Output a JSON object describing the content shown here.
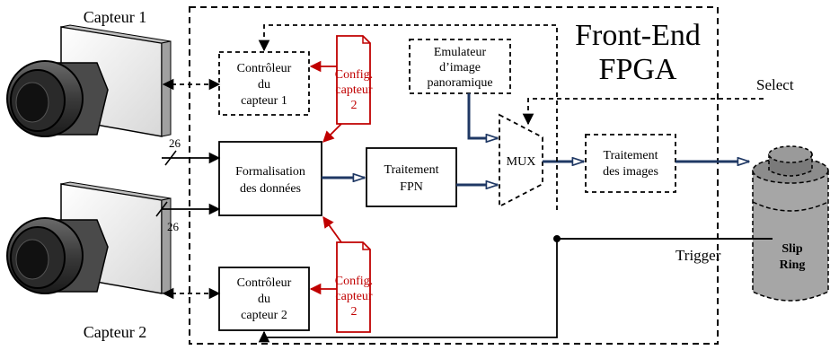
{
  "sensors": {
    "top_label": "Capteur 1",
    "bottom_label": "Capteur 2"
  },
  "fpga": {
    "title_line1": "Front-End",
    "title_line2": "FPGA"
  },
  "blocks": {
    "ctrl1": [
      "Contrôleur",
      "du",
      "capteur 1"
    ],
    "ctrl2": [
      "Contrôleur",
      "du",
      "capteur 2"
    ],
    "config1": [
      "Config.",
      "capteur",
      "2"
    ],
    "config2": [
      "Config.",
      "capteur",
      "2"
    ],
    "emulator": [
      "Emulateur",
      "d’image",
      "panoramique"
    ],
    "formalisation": [
      "Formalisation",
      "des données"
    ],
    "fpn": [
      "Traitement",
      "FPN"
    ],
    "mux": "MUX",
    "image_processing": [
      "Traitement",
      "des images"
    ],
    "slip_ring": [
      "Slip",
      "Ring"
    ]
  },
  "signals": {
    "bus_width_1": "26",
    "bus_width_2": "26",
    "select": "Select",
    "trigger": "Trigger"
  },
  "colors": {
    "bus_blue": "#1f3864",
    "config_red": "#c00000",
    "black": "#000000"
  }
}
